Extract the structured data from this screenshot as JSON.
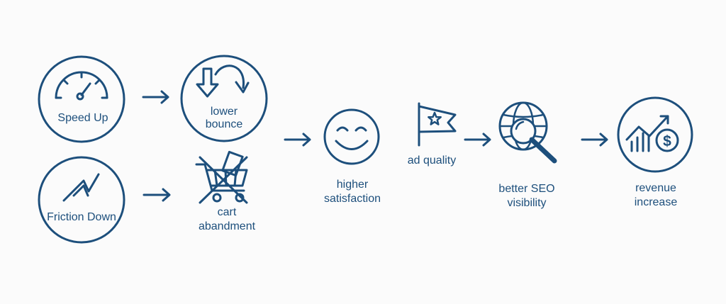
{
  "nodes": {
    "speed_up": {
      "label": "Speed Up",
      "icon": "speedometer-icon"
    },
    "lower_bounce": {
      "label": [
        "lower",
        "bounce"
      ],
      "icon": "bounce-arrows-icon"
    },
    "friction_down": {
      "label": "Friction Down",
      "icon": "trend-down-icon"
    },
    "cart_abandonment": {
      "label": [
        "cart",
        "abandment"
      ],
      "icon": "crossed-cart-icon"
    },
    "higher_satisfaction": {
      "label": [
        "higher",
        "satisfaction"
      ],
      "icon": "smiley-face-icon"
    },
    "ad_quality": {
      "label": "ad quality",
      "icon": "star-flag-icon"
    },
    "better_seo": {
      "label": [
        "better SEO",
        "visibility"
      ],
      "icon": "globe-magnifier-icon"
    },
    "revenue_increase": {
      "label": [
        "revenue",
        "increase"
      ],
      "icon": "revenue-chart-icon"
    }
  },
  "colors": {
    "ink": "#1d4f7c",
    "background": "#fbfbfb"
  }
}
